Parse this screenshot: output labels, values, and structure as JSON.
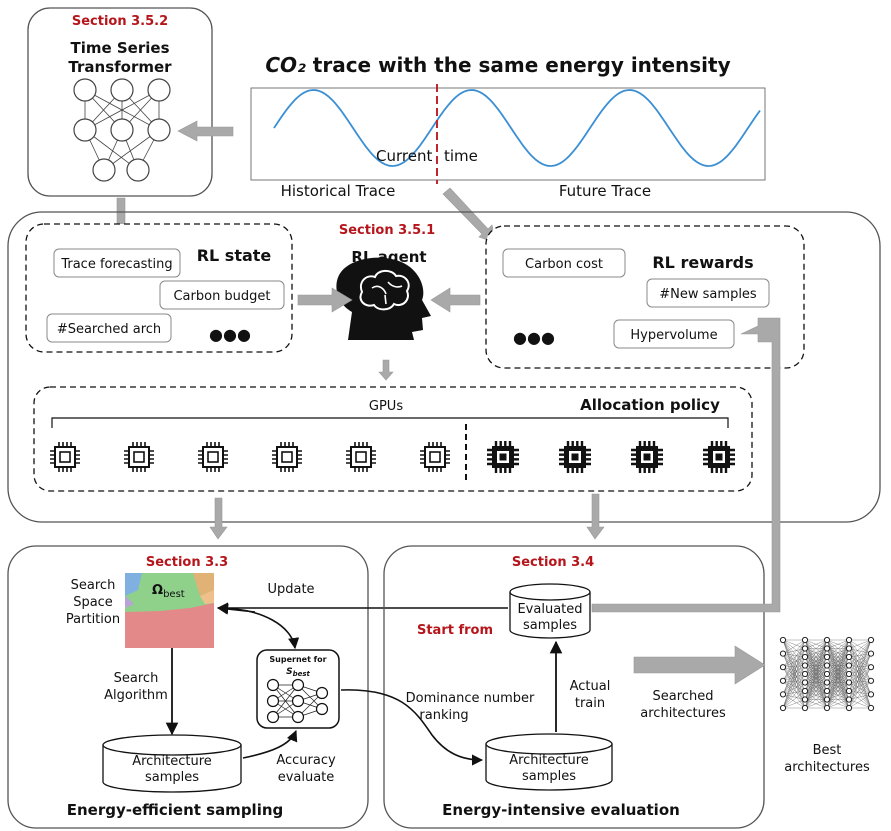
{
  "trace": {
    "title_co2": "CO₂",
    "title_rest": "trace with the same energy intensity",
    "current": "Current",
    "time": "time",
    "historical": "Historical Trace",
    "future": "Future Trace"
  },
  "transformer": {
    "section": "Section 3.5.2",
    "line1": "Time Series",
    "line2": "Transformer"
  },
  "rl": {
    "section": "Section 3.5.1",
    "agent": "RL agent",
    "state_title": "RL state",
    "state_items": [
      "Trace forecasting",
      "Carbon budget",
      "#Searched arch"
    ],
    "rewards_title": "RL rewards",
    "reward_items": [
      "Carbon cost",
      "#New samples",
      "Hypervolume"
    ],
    "ellipsis": "●●●"
  },
  "allocation": {
    "gpus": "GPUs",
    "title": "Allocation policy",
    "light_gpu_count": 6,
    "dark_gpu_count": 4
  },
  "sampling": {
    "section": "Section 3.3",
    "partition": [
      "Search",
      "Space",
      "Partition"
    ],
    "omega": "Ω",
    "omega_sub": "best",
    "update": "Update",
    "search_algo": [
      "Search",
      "Algorithm"
    ],
    "supernet": "Supernet for",
    "supernet_s": "S",
    "supernet_sub": "best",
    "arch_samples": [
      "Architecture",
      "samples"
    ],
    "accuracy": [
      "Accuracy",
      "evaluate"
    ],
    "footer": "Energy-efficient sampling"
  },
  "evaluation": {
    "section": "Section 3.4",
    "evaluated": [
      "Evaluated",
      "samples"
    ],
    "start_from": "Start from",
    "dominance": [
      "Dominance number",
      "ranking"
    ],
    "actual_train": [
      "Actual",
      "train"
    ],
    "arch_samples": [
      "Architecture",
      "samples"
    ],
    "footer": "Energy-intensive evaluation"
  },
  "output": {
    "searched": [
      "Searched",
      "architectures"
    ],
    "best": [
      "Best",
      "architectures"
    ]
  },
  "colors": {
    "section_red": "#b5151b",
    "wave": "#3a8fd4",
    "divider": "#c0272d",
    "arrow": "#a9a9a9",
    "region_pink": "#e3898a",
    "region_green": "#8fd18b"
  }
}
